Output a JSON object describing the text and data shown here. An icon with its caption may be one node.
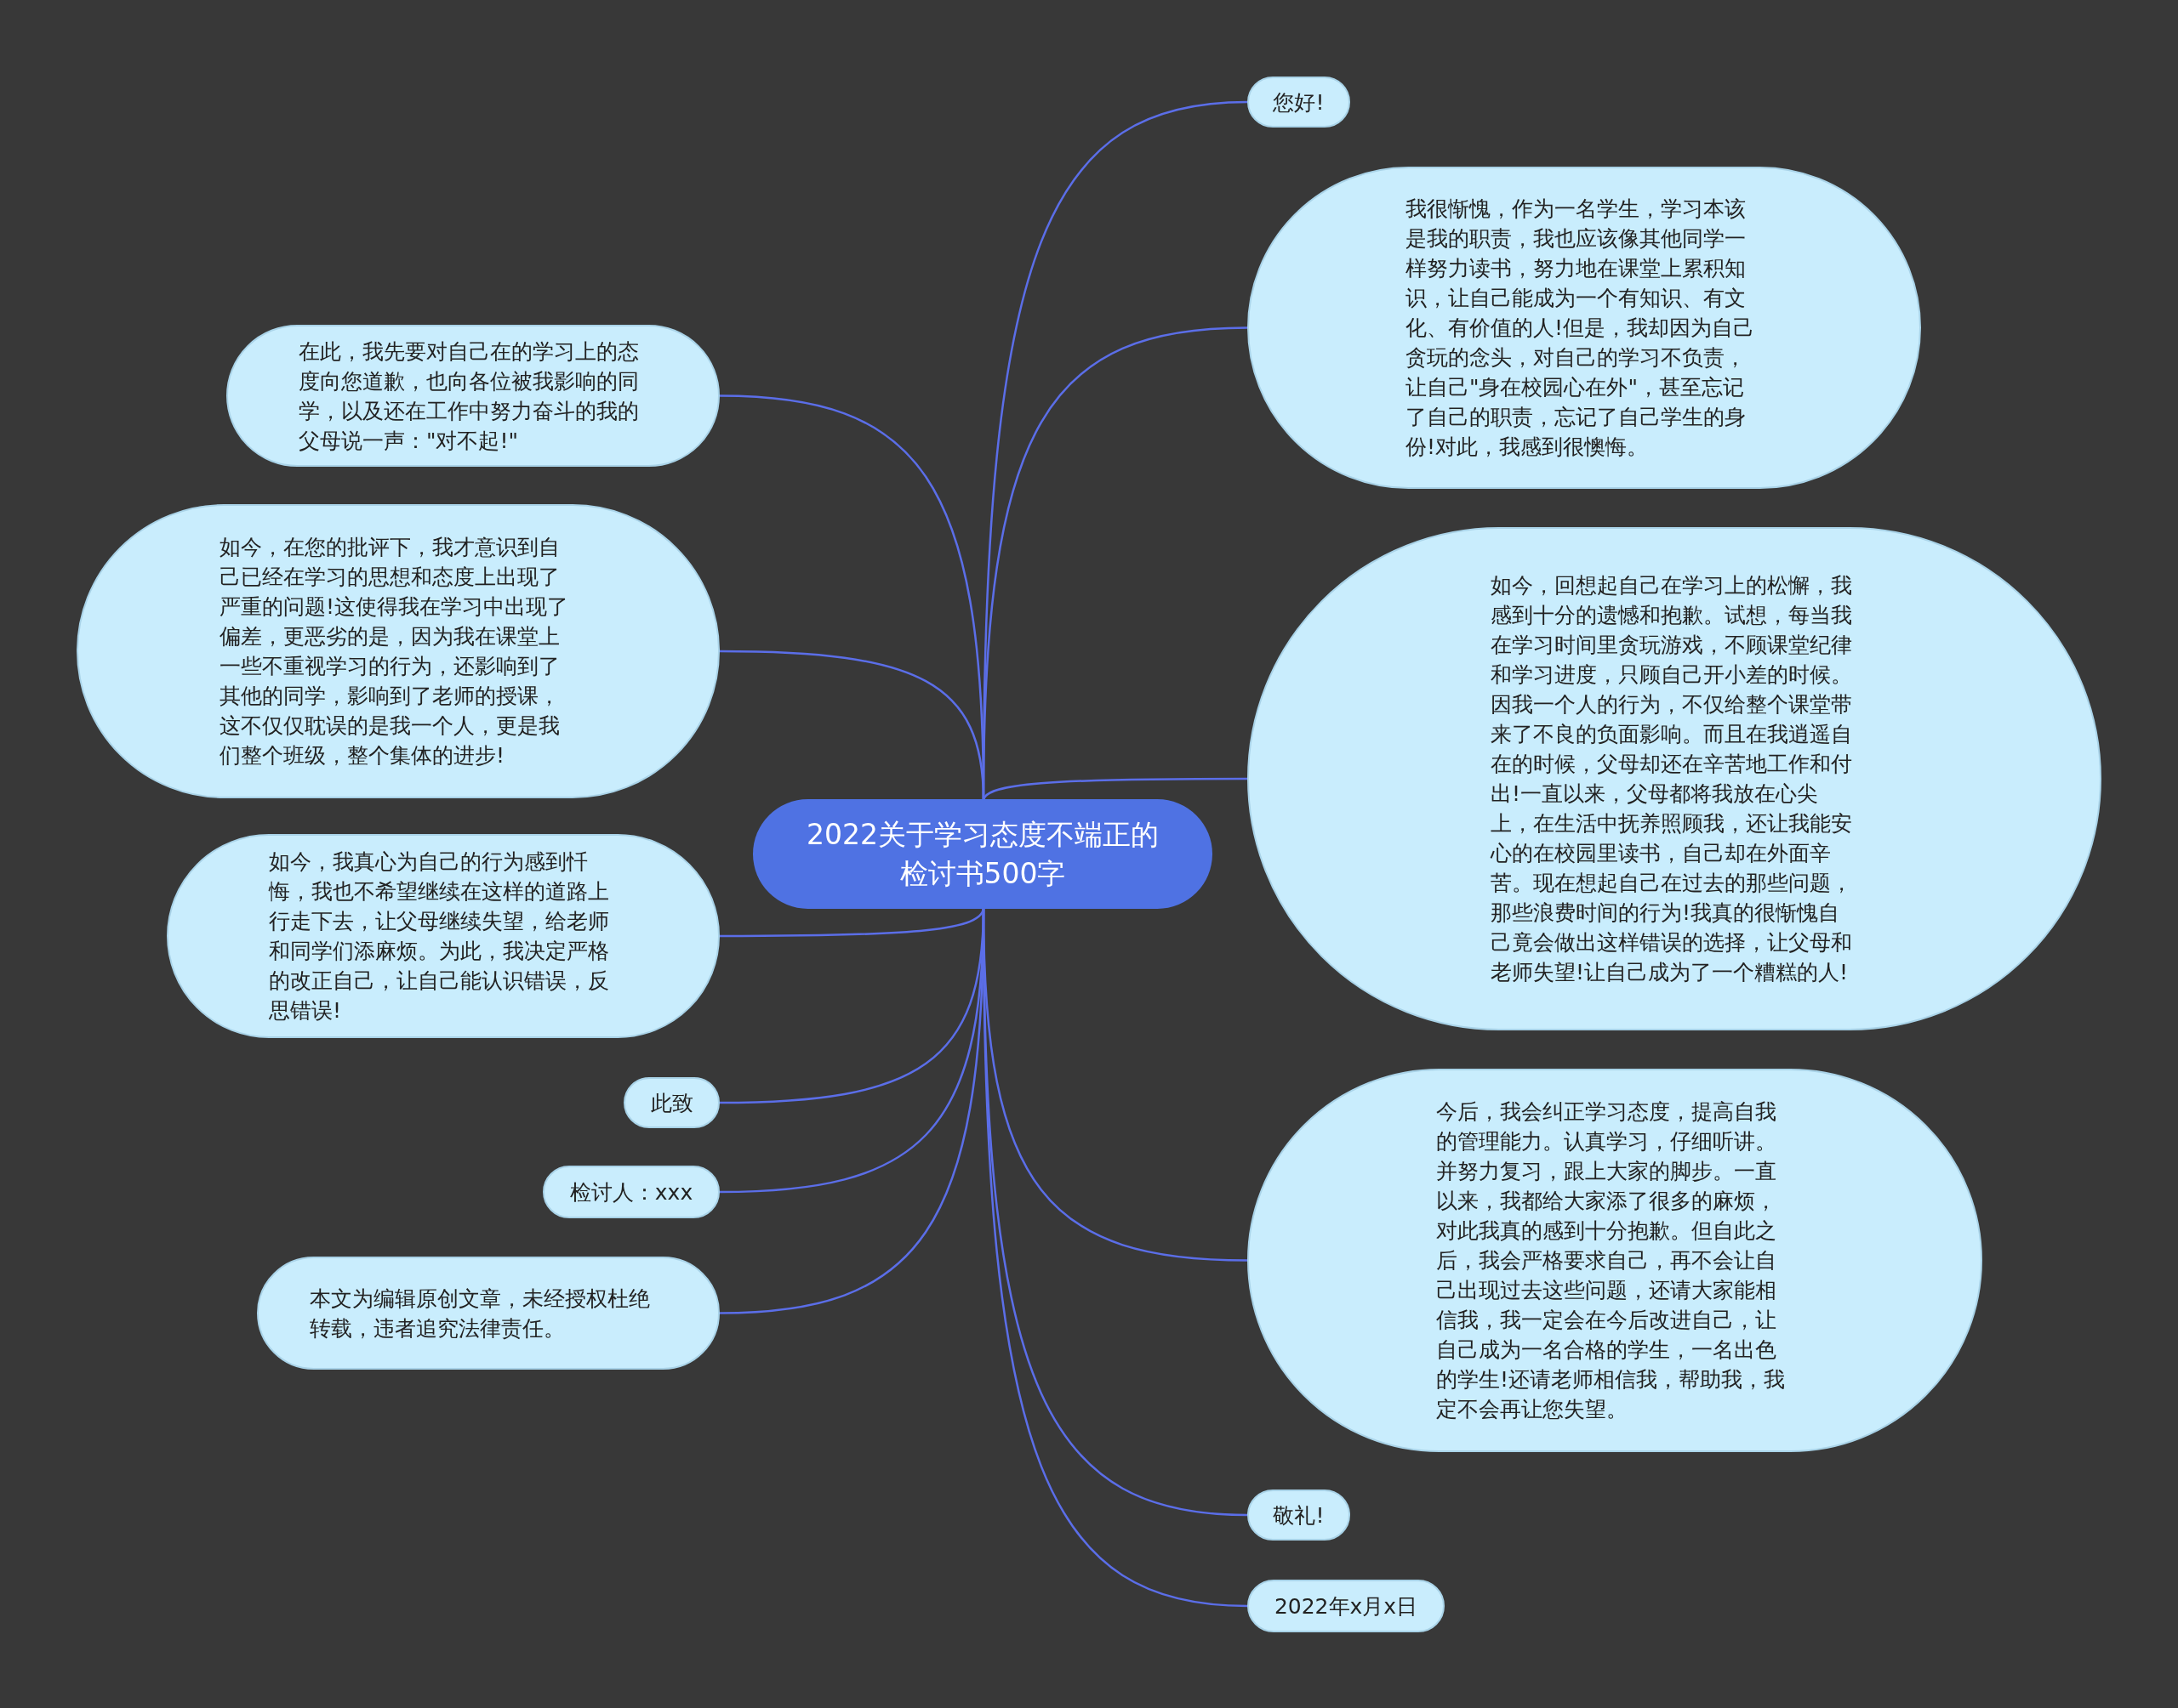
{
  "diagram": {
    "nodes": [
      {
        "text": [
          "2022关于学习态度不端正的检讨书500字"
        ]
      },
      {
        "text": [
          "您好!"
        ]
      },
      {
        "text": [
          "我很惭愧，作为一名学生，学习本该是我的职责，我也应该像其他同学一样努力读书，努力地在课堂上累积知识，让自己能成为一个有知识、有文化、有价值的人!但是，我却因为自己贪玩的念头，对自己的学习不负责，让自己\"身在校园心在外\"，甚至忘记了自己的职责，忘记了自己学生的身份!对此，我感到很懊悔。"
        ]
      },
      {
        "text": [
          "如今，回想起自己在学习上的松懈，我感到十分的遗憾和抱歉。试想，每当我在学习时间里贪玩游戏，不顾课堂纪律和学习进度，只顾自己开小差的时候。因我一个人的行为，不仅给整个课堂带来了不良的负面影响。而且在我逍遥自在的时候，父母却还在辛苦地工作和付出!一直以来，父母都将我放在心尖上，在生活中抚养照顾我，还让我能安心的在校园里读书，自己却在外面辛苦。现在想起自己在过去的那些问题，那些浪费时间的行为!我真的很惭愧自己竟会做出这样错误的选择，让父母和老师失望!让自己成为了一个糟糕的人!"
        ]
      },
      {
        "text": [
          "今后，我会纠正学习态度，提高自我的管理能力。认真学习，仔细听讲。并努力复习，跟上大家的脚步。一直以来，我都给大家添了很多的麻烦，对此我真的感到十分抱歉。但自此之后，我会严格要求自己，再不会让自己出现过去这些问题，还请大家能相信我，我一定会在今后改进自己，让自己成为一名合格的学生，一名出色的学生!还请老师相信我，帮助我，我定不会再让您失望。"
        ]
      },
      {
        "text": [
          "敬礼!"
        ]
      },
      {
        "text": [
          "2022年x月x日"
        ]
      },
      {
        "text": [
          "在此，我先要对自己在的学习上的态度向您道歉，也向各位被我影响的同学，以及还在工作中努力奋斗的我的父母说一声：\"对不起!\""
        ]
      },
      {
        "text": [
          "如今，在您的批评下，我才意识到自己已经在学习的思想和态度上出现了严重的问题!这使得我在学习中出现了偏差，更恶劣的是，因为我在课堂上一些不重视学习的行为，还影响到了其他的同学，影响到了老师的授课，这不仅仅耽误的是我一个人，更是我们整个班级，整个集体的进步!"
        ]
      },
      {
        "text": [
          "如今，我真心为自己的行为感到忏悔，我也不希望继续在这样的道路上行走下去，让父母继续失望，给老师和同学们添麻烦。为此，我决定严格的改正自己，让自己能认识错误，反思错误!"
        ]
      },
      {
        "text": [
          "此致"
        ]
      },
      {
        "text": [
          "检讨人：xxx"
        ]
      },
      {
        "text": [
          "本文为编辑原创文章，未经授权杜绝转载，违者追究法律责任。"
        ]
      }
    ],
    "edges": [
      {
        "from": 0,
        "to": 1,
        "arrow": "none"
      },
      {
        "from": 0,
        "to": 2,
        "arrow": "none"
      },
      {
        "from": 0,
        "to": 3,
        "arrow": "none"
      },
      {
        "from": 0,
        "to": 4,
        "arrow": "none"
      },
      {
        "from": 0,
        "to": 5,
        "arrow": "none"
      },
      {
        "from": 0,
        "to": 6,
        "arrow": "none"
      },
      {
        "from": 0,
        "to": 7,
        "arrow": "none"
      },
      {
        "from": 0,
        "to": 8,
        "arrow": "none"
      },
      {
        "from": 0,
        "to": 9,
        "arrow": "none"
      },
      {
        "from": 0,
        "to": 10,
        "arrow": "none"
      },
      {
        "from": 0,
        "to": 11,
        "arrow": "none"
      },
      {
        "from": 0,
        "to": 12,
        "arrow": "none"
      }
    ]
  }
}
